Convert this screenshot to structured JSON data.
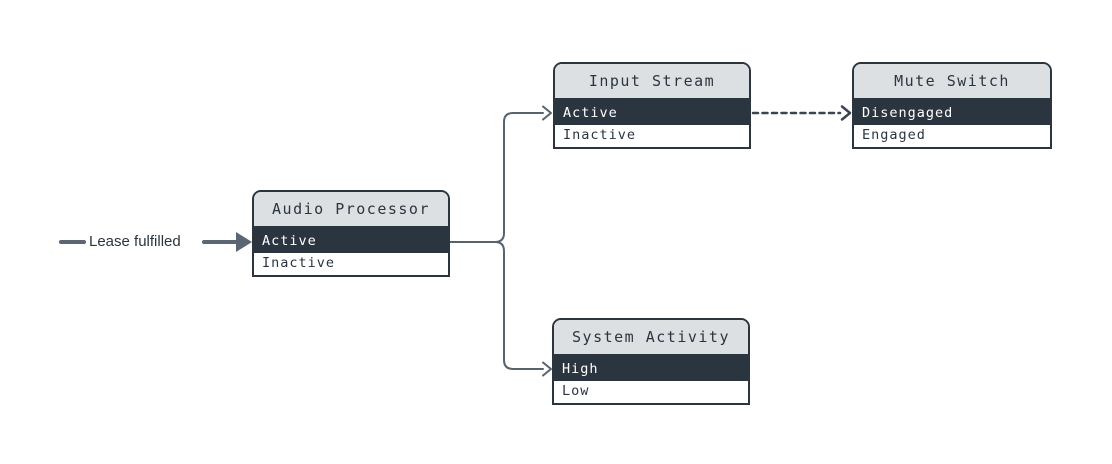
{
  "diagram": {
    "background": "#ffffff",
    "colors": {
      "node_border": "#2b3540",
      "node_header_bg": "#dde0e3",
      "node_header_text": "#2b3540",
      "selected_state_bg": "#2b3540",
      "selected_state_text": "#ffffff",
      "unselected_state_bg": "#ffffff",
      "unselected_state_text": "#2b3540",
      "solid_connector": "#57646f",
      "dashed_connector": "#3a4450",
      "event_arrow": "#5b6672"
    },
    "event_label": {
      "text": "Lease fulfilled"
    },
    "nodes": [
      {
        "id": "audio-processor",
        "title": "Audio Processor",
        "states": [
          {
            "label": "Active",
            "selected": true
          },
          {
            "label": "Inactive",
            "selected": false
          }
        ]
      },
      {
        "id": "input-stream",
        "title": "Input Stream",
        "states": [
          {
            "label": "Active",
            "selected": true
          },
          {
            "label": "Inactive",
            "selected": false
          }
        ]
      },
      {
        "id": "mute-switch",
        "title": "Mute Switch",
        "states": [
          {
            "label": "Disengaged",
            "selected": true
          },
          {
            "label": "Engaged",
            "selected": false
          }
        ]
      },
      {
        "id": "system-activity",
        "title": "System Activity",
        "states": [
          {
            "label": "High",
            "selected": true
          },
          {
            "label": "Low",
            "selected": false
          }
        ]
      }
    ],
    "edges": [
      {
        "from": "event-label",
        "to": "audio-processor",
        "style": "thick-solid-arrow"
      },
      {
        "from": "audio-processor",
        "to": "input-stream",
        "style": "solid"
      },
      {
        "from": "audio-processor",
        "to": "system-activity",
        "style": "solid"
      },
      {
        "from": "input-stream",
        "to": "mute-switch",
        "style": "dashed"
      }
    ]
  }
}
